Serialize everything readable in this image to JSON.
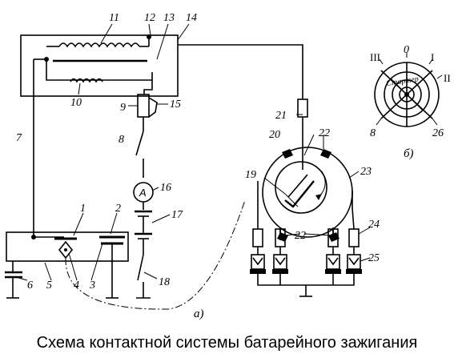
{
  "caption": "Схема контактной системы батарейного зажигания",
  "callouts": {
    "n1": "1",
    "n2": "2",
    "n3": "3",
    "n4": "4",
    "n5": "5",
    "n6": "6",
    "n7": "7",
    "n8": "8",
    "n9": "9",
    "n10": "10",
    "n11": "11",
    "n12": "12",
    "n13": "13",
    "n14": "14",
    "n15": "15",
    "n16": "16",
    "n17": "17",
    "n18": "18",
    "n19": "19",
    "n20": "20",
    "n21": "21",
    "n22a": "22",
    "n22b": "22",
    "n23": "23",
    "n24": "24",
    "n25": "25",
    "b8": "8",
    "b26": "26"
  },
  "ammeter_symbol": "A",
  "switch_positions": {
    "p0": "0",
    "pI": "I",
    "pII": "II",
    "pIII": "III"
  },
  "starter_label": "Стартер",
  "subfig_a": "а)",
  "subfig_b": "б)"
}
